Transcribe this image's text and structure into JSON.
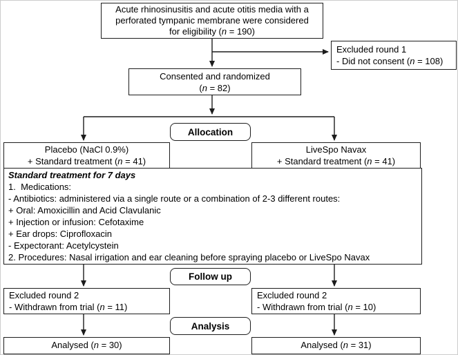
{
  "colors": {
    "background": "#ffffff",
    "box_border": "#1c1c1c",
    "text": "#000000",
    "connector": "#1c1c1c"
  },
  "stage_labels": {
    "allocation": "Allocation",
    "follow_up": "Follow up",
    "analysis": "Analysis"
  },
  "boxes": {
    "eligibility": {
      "line1": "Acute rhinosinusitis and acute otitis media with a",
      "line2": "perforated tympanic membrane were considered",
      "line3_pre": "for eligibility (",
      "n": "n",
      "line3_post": " = 190)"
    },
    "excluded_round1": {
      "line1": "Excluded round 1",
      "line2_pre": "- Did not consent (",
      "n": "n",
      "line2_post": " = 108)"
    },
    "consented": {
      "line1": "Consented and randomized",
      "line2_pre": "(",
      "n": "n",
      "line2_post": " = 82)"
    },
    "placebo_arm": {
      "line1": "Placebo (NaCl 0.9%)",
      "line2_pre": "+ Standard treatment (",
      "n": "n",
      "line2_post": " = 41)"
    },
    "livespo_arm": {
      "line1": "LiveSpo Navax",
      "line2_pre": "+ Standard treatment (",
      "n": "n",
      "line2_post": " = 41)"
    },
    "standard_treatment": {
      "title": "Standard treatment for 7 days",
      "lines": [
        "1.  Medications:",
        "- Antibiotics: administered via a single route or a combination of 2-3 different routes:",
        "+ Oral: Amoxicillin and Acid Clavulanic",
        "+ Injection or infusion: Cefotaxime",
        "+ Ear drops: Ciprofloxacin",
        "- Expectorant: Acetylcystein",
        "2. Procedures: Nasal irrigation and ear cleaning before spraying placebo or LiveSpo Navax"
      ]
    },
    "excluded_round2_left": {
      "line1": "Excluded round 2",
      "line2_pre": "- Withdrawn from trial (",
      "n": "n",
      "line2_post": " = 11)"
    },
    "excluded_round2_right": {
      "line1": "Excluded round 2",
      "line2_pre": "- Withdrawn from trial (",
      "n": "n",
      "line2_post": " = 10)"
    },
    "analysed_left": {
      "line_pre": "Analysed (",
      "n": "n",
      "line_post": " = 30)"
    },
    "analysed_right": {
      "line_pre": "Analysed (",
      "n": "n",
      "line_post": " = 31)"
    }
  }
}
